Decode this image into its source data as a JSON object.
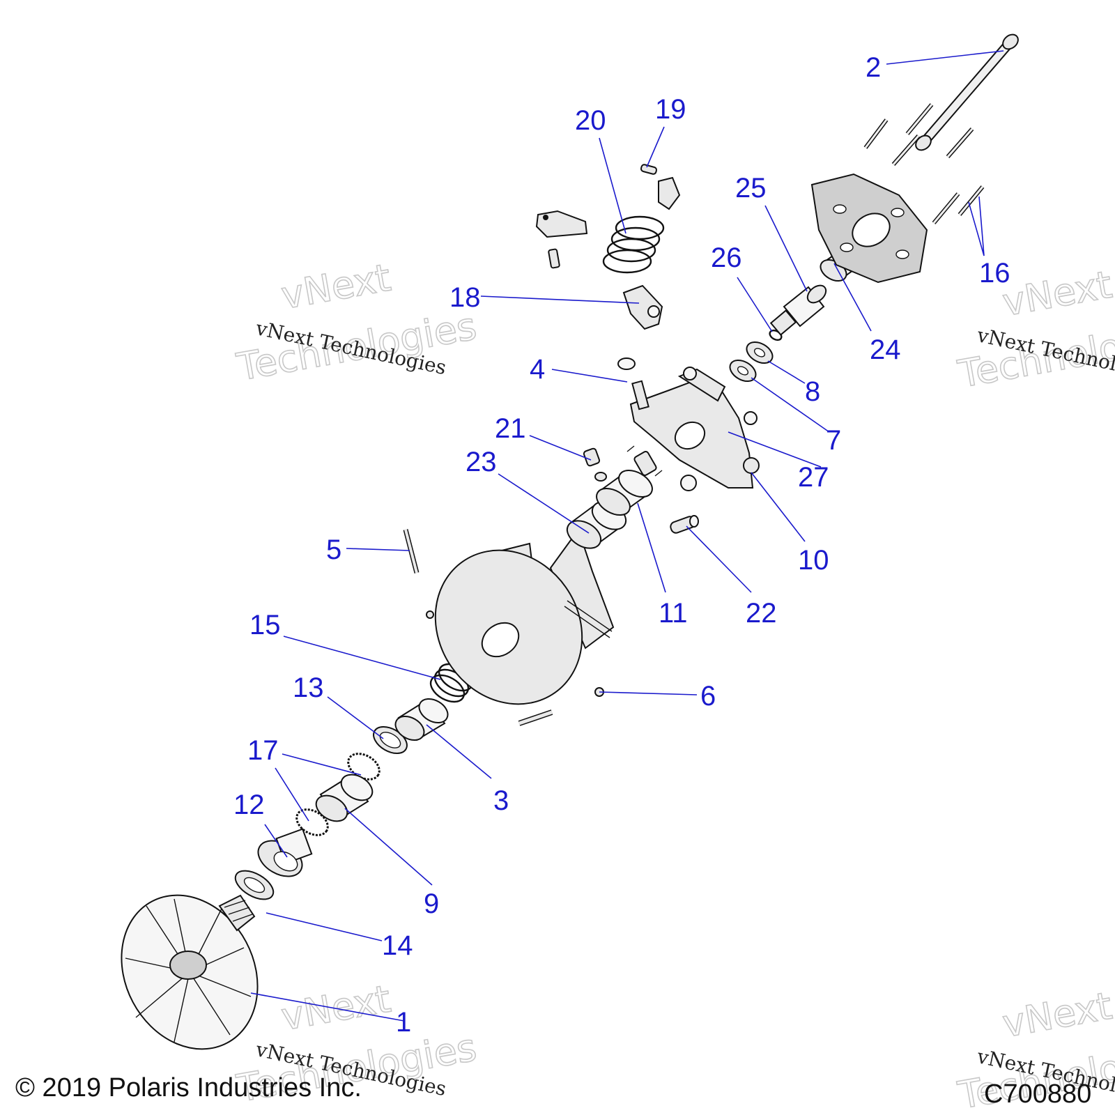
{
  "callouts": [
    {
      "id": "1",
      "text": "1"
    },
    {
      "id": "2",
      "text": "2"
    },
    {
      "id": "3",
      "text": "3"
    },
    {
      "id": "4",
      "text": "4"
    },
    {
      "id": "5",
      "text": "5"
    },
    {
      "id": "6",
      "text": "6"
    },
    {
      "id": "7",
      "text": "7"
    },
    {
      "id": "8",
      "text": "8"
    },
    {
      "id": "9",
      "text": "9"
    },
    {
      "id": "10",
      "text": "10"
    },
    {
      "id": "11",
      "text": "11"
    },
    {
      "id": "12",
      "text": "12"
    },
    {
      "id": "13",
      "text": "13"
    },
    {
      "id": "14",
      "text": "14"
    },
    {
      "id": "15",
      "text": "15"
    },
    {
      "id": "16",
      "text": "16"
    },
    {
      "id": "17",
      "text": "17"
    },
    {
      "id": "18",
      "text": "18"
    },
    {
      "id": "19",
      "text": "19"
    },
    {
      "id": "20",
      "text": "20"
    },
    {
      "id": "21",
      "text": "21"
    },
    {
      "id": "22",
      "text": "22"
    },
    {
      "id": "23",
      "text": "23"
    },
    {
      "id": "24",
      "text": "24"
    },
    {
      "id": "25",
      "text": "25"
    },
    {
      "id": "26",
      "text": "26"
    },
    {
      "id": "27",
      "text": "27"
    }
  ],
  "watermark": {
    "line1": "vNext Technologies",
    "outline_a": "vNext",
    "outline_b": "Technologies"
  },
  "footer": {
    "copyright": "© 2019 Polaris Industries Inc.",
    "figure_code": "C700880"
  },
  "colors": {
    "callout": "#1a1acc",
    "linework": "#111111",
    "watermark": "#c8c8c8"
  }
}
